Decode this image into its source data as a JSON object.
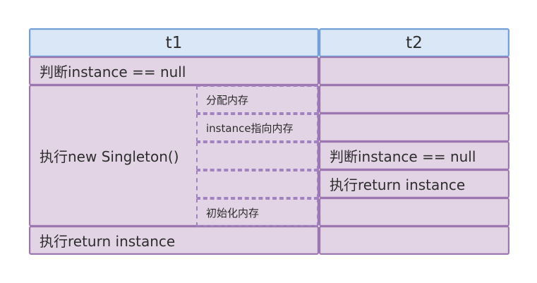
{
  "diagram": {
    "title_hint": "singleton double-checked-locking thread interleaving table",
    "colors": {
      "header_fill": "#d9e7f6",
      "header_border": "#73a1d7",
      "cell_fill": "#e2d4e5",
      "cell_border": "#9c76b0",
      "dashed_border": "#a382c1",
      "text": "#2d2d2d",
      "background": "#ffffff"
    },
    "header": {
      "t1": "t1",
      "t2": "t2"
    },
    "t1": {
      "row_check_null": "判断instance == null",
      "big_label": "执行new Singleton()",
      "sub_rows": [
        "分配内存",
        "instance指向内存",
        "",
        "",
        "初始化内存"
      ],
      "row_return": "执行return instance"
    },
    "t2": {
      "cells": [
        "",
        "",
        "",
        "判断instance == null",
        "执行return instance",
        "",
        ""
      ]
    }
  }
}
